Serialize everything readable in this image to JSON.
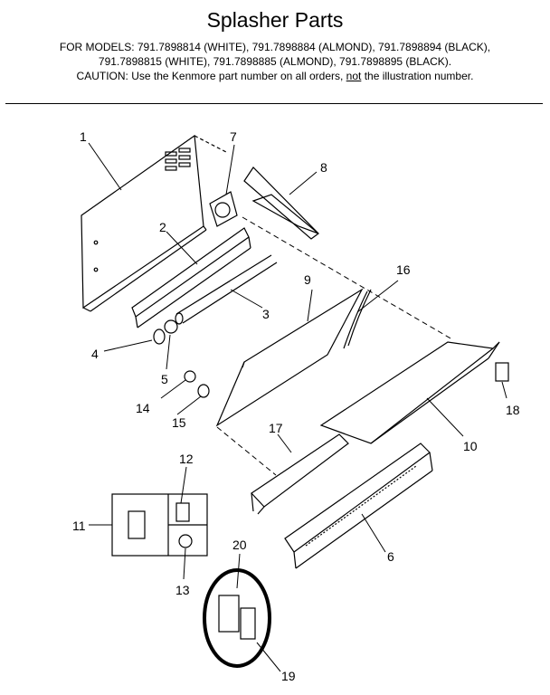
{
  "header": {
    "title": "Splasher Parts",
    "models_line1": "FOR MODELS:  791.7898814 (WHITE), 791.7898884 (ALMOND), 791.7898894 (BLACK),",
    "models_line2": "791.7898815 (WHITE), 791.7898885 (ALMOND), 791.7898895 (BLACK).",
    "caution_prefix": "CAUTION:  Use the Kenmore part number on all orders, ",
    "caution_not": "not",
    "caution_suffix": " the illustration number."
  },
  "callouts": [
    "1",
    "2",
    "3",
    "4",
    "5",
    "6",
    "7",
    "8",
    "9",
    "10",
    "11",
    "12",
    "13",
    "14",
    "15",
    "16",
    "17",
    "18",
    "19",
    "20"
  ]
}
